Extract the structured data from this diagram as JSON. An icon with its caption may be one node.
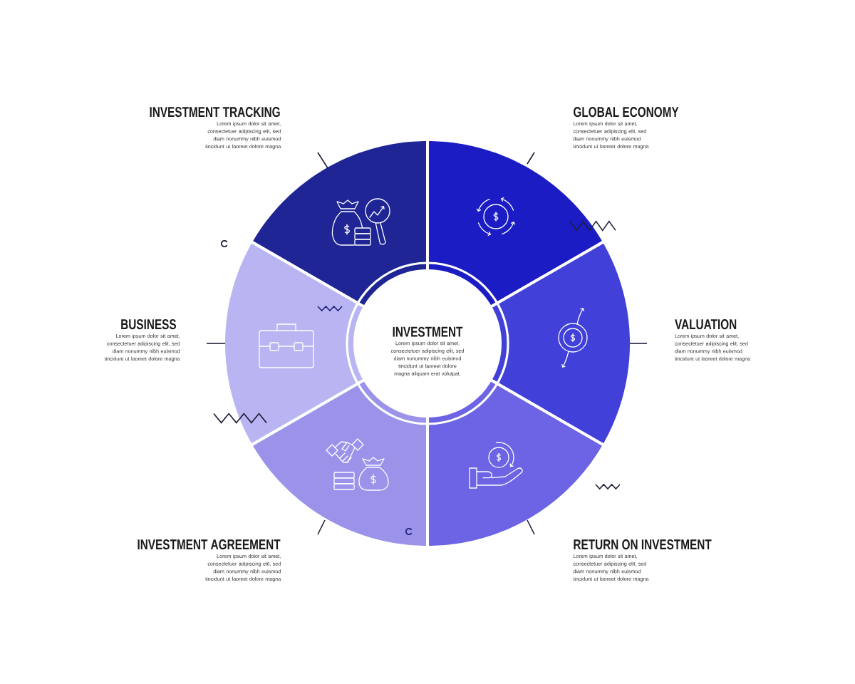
{
  "diagram": {
    "nodes": [
      {
        "text": [
          "INVESTMENT TRACKING"
        ],
        "beside": [
          "Lorem ipsum dolor sit amet, consectetuer adipiscing elit, sed diam nonummy nibh euismod tincidunt ut laoreet dolore magna"
        ]
      },
      {
        "text": [
          "GLOBAL ECONOMY"
        ],
        "beside": [
          "Lorem ipsum dolor sit amet, consectetuer adipiscing elit, sed diam nonummy nibh euismod tincidunt ut laoreet dolore magna"
        ]
      },
      {
        "text": [
          "BUSINESS"
        ]
      },
      {
        "text": [
          "INVESTMENT",
          "Lorem ipsum dolor sit amet, consectetuer adipiscing elit, sed diam nonummy nibh euismod tincidunt ut laoreet dolore magna aliquam erat volutpat."
        ]
      },
      {
        "text": [
          "VALUATION"
        ]
      },
      {
        "text": [
          "INVESTMENT AGREEMENT"
        ],
        "beside": [
          "Lorem ipsum dolor sit amet, consectetuer adipiscing elit, sed diam nonummy nibh euismod tincidunt ut laoreet dolore magna"
        ]
      },
      {
        "text": [
          "RETURN ON INVESTMENT"
        ],
        "beside": [
          "Lorem ipsum dolor sit amet, consectetuer adipiscing elit, sed diam nonummy nibh euismod tincidunt ut laoreet dolore magna"
        ]
      }
    ],
    "labels": [
      "Lorem ipsum dolor sit amet, consectetuer adipiscing elit, sed diam nonummy nibh euismod tincidunt ut laoreet dolore magna",
      "Lorem ipsum dolor sit amet, consectetuer adipiscing elit, sed diam nonummy nibh euismod tincidunt ut laoreet dolore magna"
    ]
  }
}
